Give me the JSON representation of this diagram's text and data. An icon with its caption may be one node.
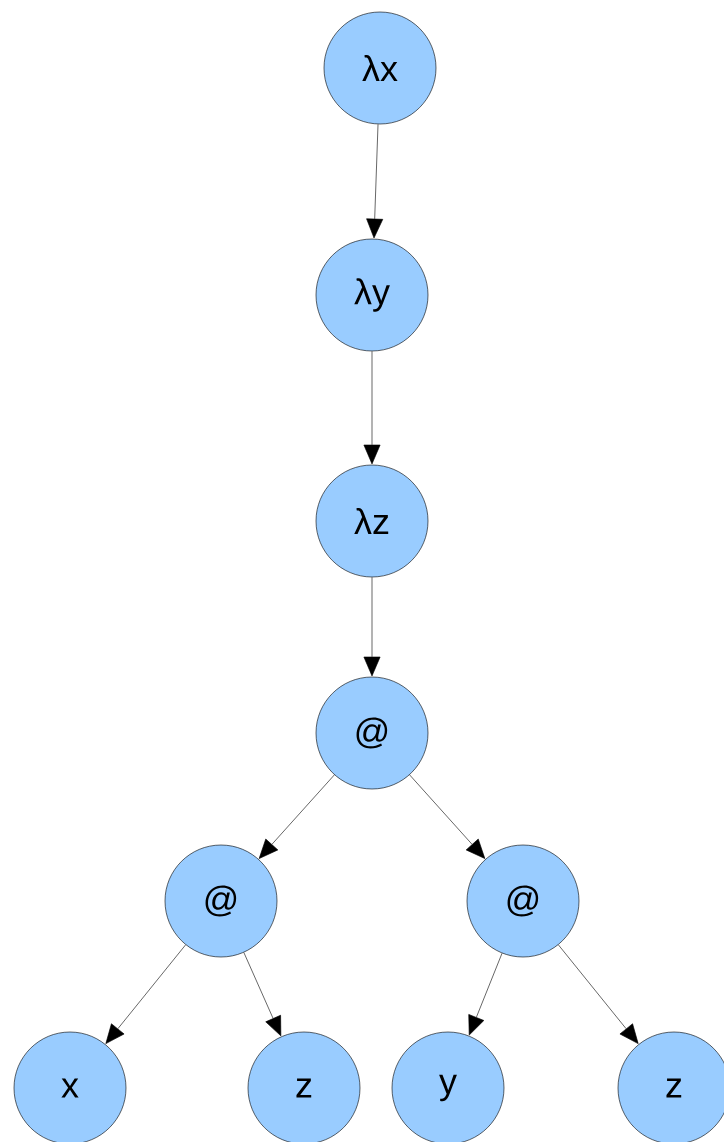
{
  "diagram": {
    "nodes": [
      {
        "text": [
          "λx"
        ]
      },
      {
        "text": [
          "λy"
        ]
      },
      {
        "text": [
          "λz"
        ]
      },
      {
        "text": [
          "@"
        ]
      },
      {
        "text": [
          "@"
        ]
      },
      {
        "text": [
          "@"
        ]
      },
      {
        "text": [
          "x"
        ]
      },
      {
        "text": [
          "z"
        ]
      },
      {
        "text": [
          "y"
        ]
      },
      {
        "text": [
          "z"
        ]
      }
    ],
    "edges": [
      {
        "from": 0,
        "to": 1,
        "arrow": "to"
      },
      {
        "from": 1,
        "to": 2,
        "arrow": "to"
      },
      {
        "from": 2,
        "to": 3,
        "arrow": "to"
      },
      {
        "from": 3,
        "to": 4,
        "arrow": "to"
      },
      {
        "from": 3,
        "to": 5,
        "arrow": "to"
      },
      {
        "from": 4,
        "to": 6,
        "arrow": "to"
      },
      {
        "from": 4,
        "to": 7,
        "arrow": "to"
      },
      {
        "from": 5,
        "to": 8,
        "arrow": "to"
      },
      {
        "from": 5,
        "to": 9,
        "arrow": "to"
      }
    ]
  }
}
